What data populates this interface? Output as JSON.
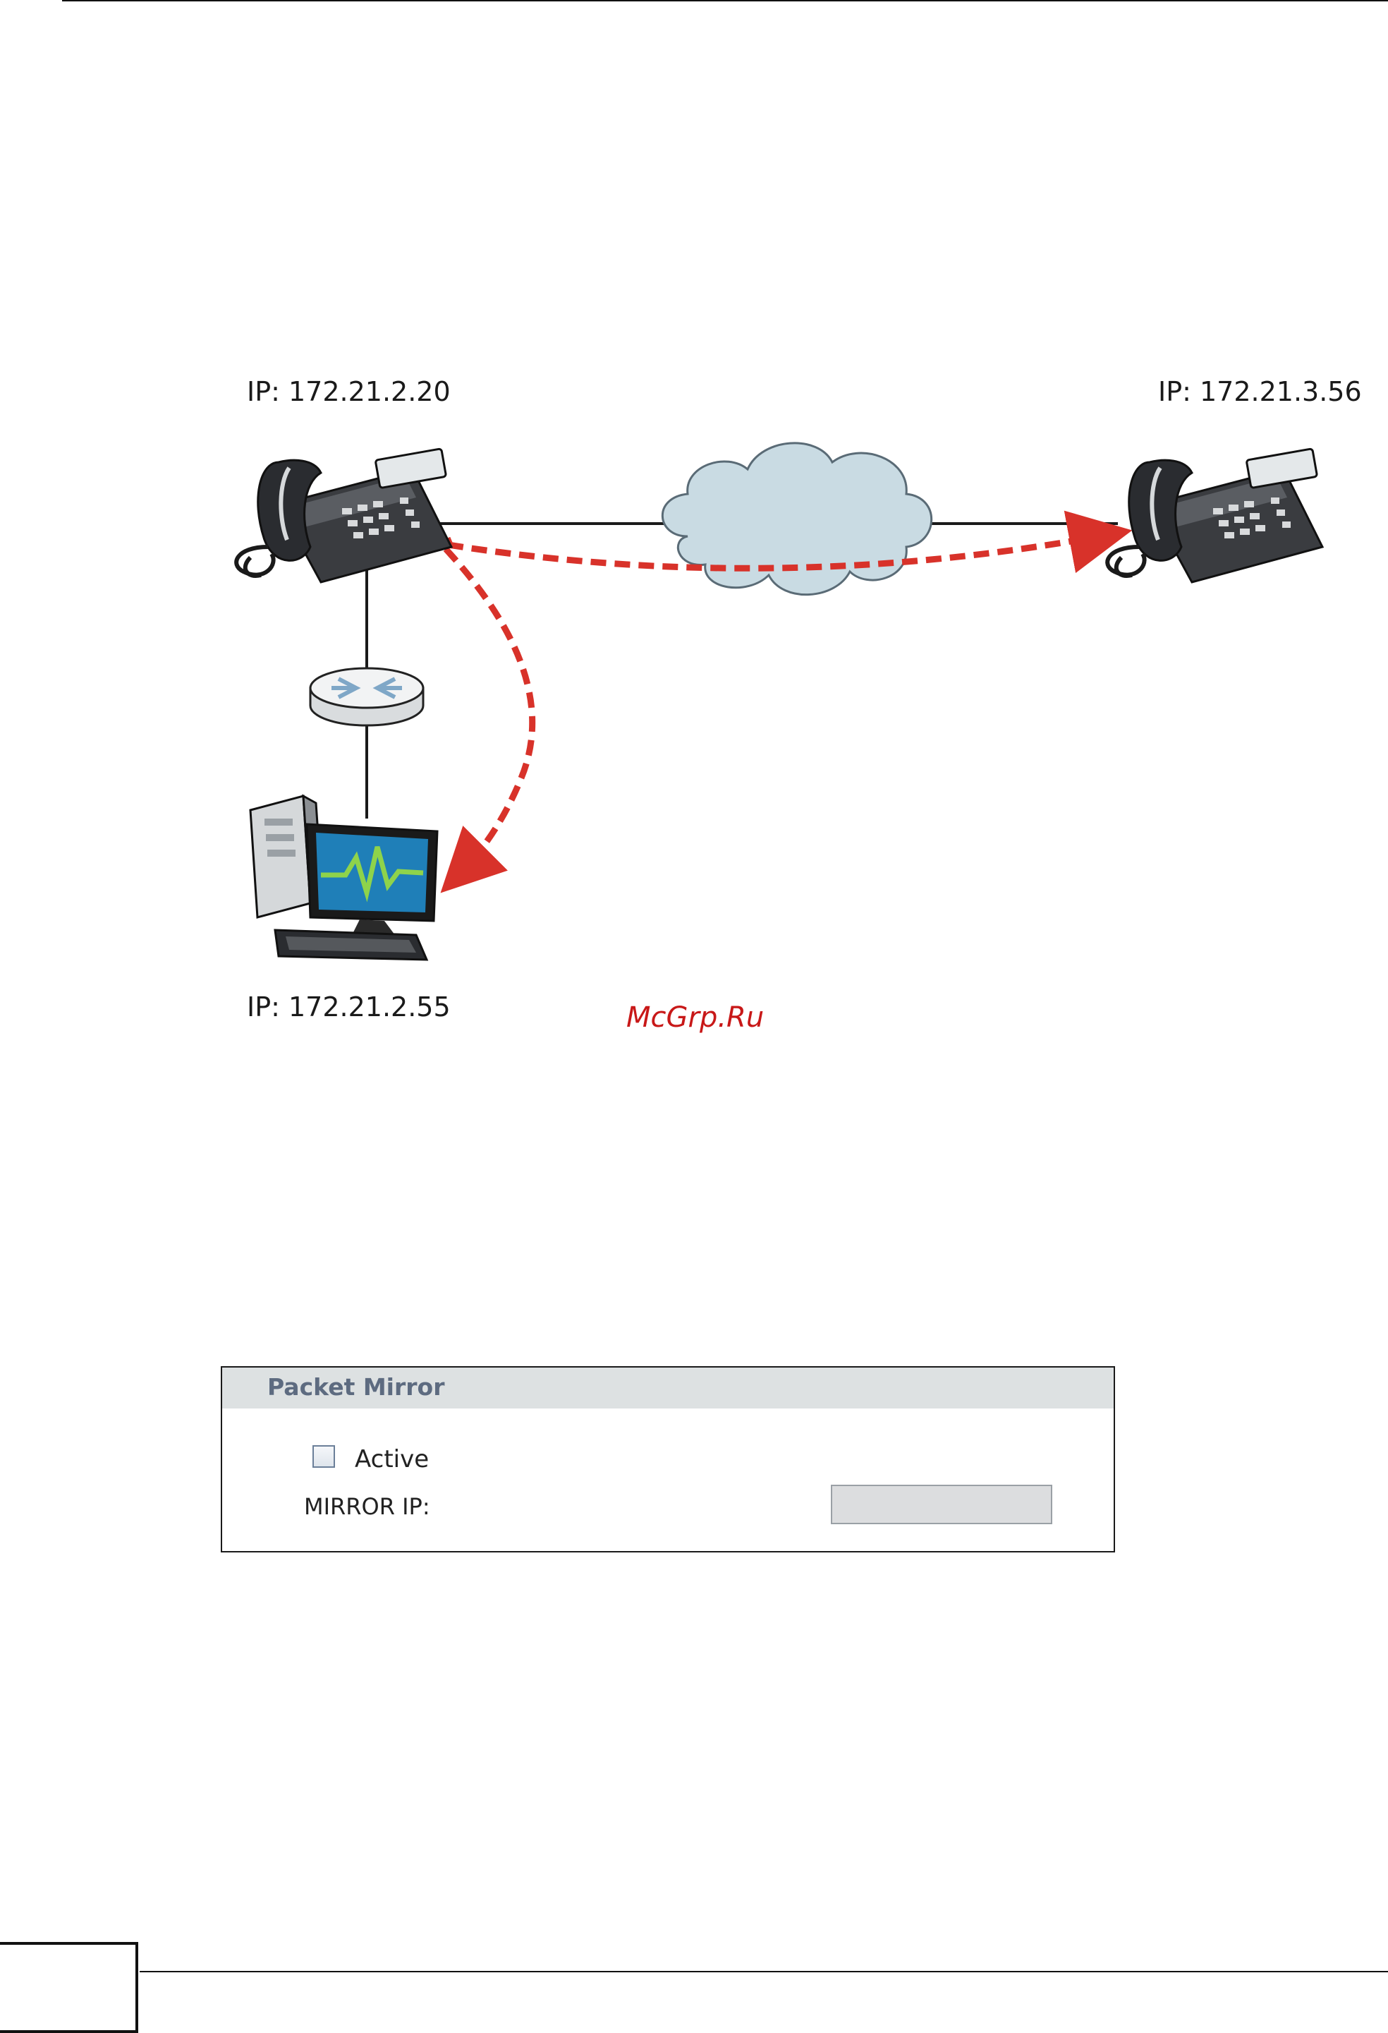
{
  "diagram": {
    "phone_left_ip": "IP: 172.21.2.20",
    "phone_right_ip": "IP: 172.21.3.56",
    "computer_ip": "IP: 172.21.2.55",
    "watermark": "McGrp.Ru",
    "colors": {
      "mirror_path": "#d8322a",
      "link_line": "#1a1a1a",
      "cloud_fill": "#c9dbe3",
      "screen_fill": "#1f7fb8",
      "waveform": "#8ed34b"
    }
  },
  "panel": {
    "title": "Packet Mirror",
    "active_label": "Active",
    "active_checked": false,
    "mirror_ip_label": "MIRROR IP:",
    "mirror_ip_value": ""
  }
}
